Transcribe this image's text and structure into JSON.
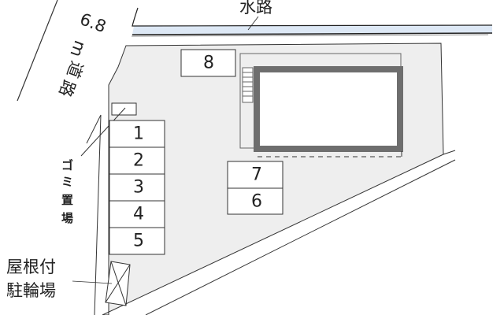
{
  "road": {
    "width_label": "6.8",
    "unit_label": "m",
    "name_chars": [
      "道",
      "路"
    ]
  },
  "waterway": {
    "label": "水路",
    "color": "#dde8f5"
  },
  "lot": {
    "fill": "#eeeeee"
  },
  "parking_spaces": [
    "1",
    "2",
    "3",
    "4",
    "5",
    "6",
    "7",
    "8"
  ],
  "garbage": {
    "label_chars": [
      "ゴ",
      "ミ",
      "置",
      "場"
    ]
  },
  "bicycle": {
    "line1": "屋根付",
    "line2": "駐輪場"
  },
  "building": {
    "wall_color": "#6e6e6e"
  }
}
